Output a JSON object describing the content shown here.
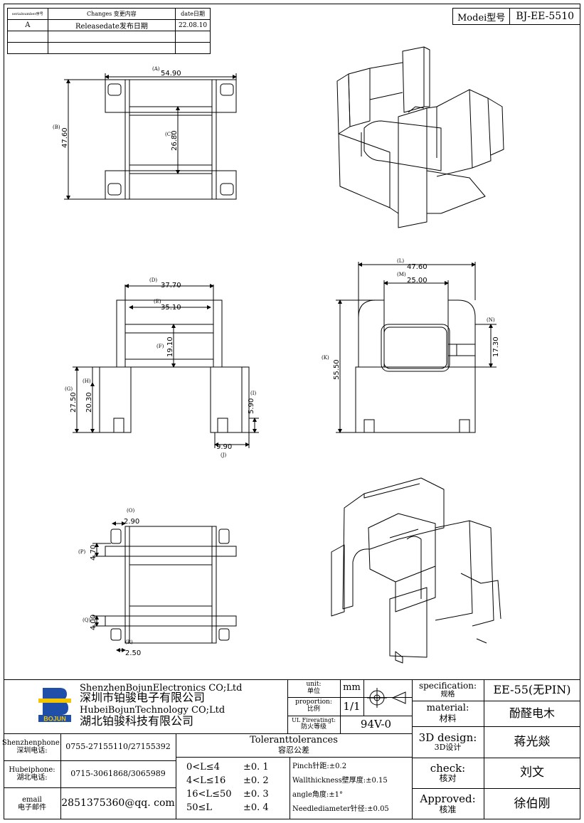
{
  "revision": {
    "headers": [
      "serialnumber序号",
      "Changes 变更内容",
      "date日期"
    ],
    "rows": [
      [
        "A",
        "Releasedate发布日期",
        "22.08.10"
      ],
      [
        "",
        "",
        ""
      ],
      [
        "",
        "",
        ""
      ]
    ]
  },
  "model": {
    "label": "Modei型号",
    "value": "BJ-EE-5510"
  },
  "dimensions": {
    "A": "54.90",
    "B": "47.60",
    "C": "26.80",
    "D": "37.70",
    "E": "35.10",
    "F": "19.10",
    "G": "27.50",
    "H": "20.30",
    "I": "5.90",
    "J": "9.90",
    "L": "47.60",
    "M": "25.00",
    "N": "17.30",
    "K": "55.50",
    "O": "2.90",
    "P": "4.70",
    "Q": "4.00",
    "R": "2.50"
  },
  "dim_tags": {
    "A": "(A)",
    "B": "(B)",
    "C": "(C)",
    "D": "(D)",
    "E": "(E)",
    "F": "(F)",
    "G": "(G)",
    "H": "(H)",
    "I": "(I)",
    "J": "(J)",
    "L": "(L)",
    "M": "(M)",
    "N": "(N)",
    "K": "(K)",
    "O": "(O)",
    "P": "(P)",
    "Q": "(Q)",
    "R": "(R)"
  },
  "company": {
    "logo_text": "BOJUN",
    "line1_en": "ShenzhenBojunElectronics CO;Ltd",
    "line1_cn": "深圳市铂骏电子有限公司",
    "line2_en": "HubeiBojunTechnology CO;Ltd",
    "line2_cn": "湖北铂骏科技有限公司"
  },
  "contacts": [
    {
      "label_en": "Shenzhenphone:",
      "label_cn": "深圳电话:",
      "value": "0755-27155110/27155392"
    },
    {
      "label_en": "Hubeiphone:",
      "label_cn": "湖北电话:",
      "value": "0715-3061868/3065989"
    },
    {
      "label_en": "email",
      "label_cn": "电子邮件",
      "value": "2851375360@qq. com"
    }
  ],
  "unit": {
    "label_en": "unit:",
    "label_cn": "单位",
    "value": "mm"
  },
  "proportion": {
    "label_en": "proportion:",
    "label_cn": "比例",
    "value": "1/1"
  },
  "ul": {
    "label_en": "UL Fireratingt:",
    "label_cn": "防火等级",
    "value": "94V-0"
  },
  "tolerances": {
    "title_en": "Toleranttolerances",
    "title_cn": "容忍公差",
    "ranges": [
      {
        "range": "0<L≤4",
        "tol": "±0. 1"
      },
      {
        "range": "4<L≤16",
        "tol": "±0. 2"
      },
      {
        "range": "16<L≤50",
        "tol": "±0. 3"
      },
      {
        "range": "50≤L",
        "tol": "±0. 4"
      }
    ],
    "notes": [
      "Pinch针距:±0.2",
      "Wallthickness壁厚度:±0.15",
      "angle角度:±1°",
      "Needlediameter针径:±0.05"
    ]
  },
  "spec": {
    "label_en": "specification:",
    "label_cn": "规格",
    "value": "EE-55(无PIN)"
  },
  "material": {
    "label_en": "material:",
    "label_cn": "材料",
    "value": "酚醛电木"
  },
  "design": {
    "label_en": "3D design:",
    "label_cn": "3D设计",
    "value": "蒋光燚"
  },
  "check": {
    "label_en": "check:",
    "label_cn": "核对",
    "value": "刘文"
  },
  "approved": {
    "label_en": "Approved:",
    "label_cn": "核准",
    "value": "徐伯刚"
  },
  "colors": {
    "logo_blue": "#1f4fa8",
    "logo_yellow": "#f3c400",
    "line": "#000000"
  }
}
